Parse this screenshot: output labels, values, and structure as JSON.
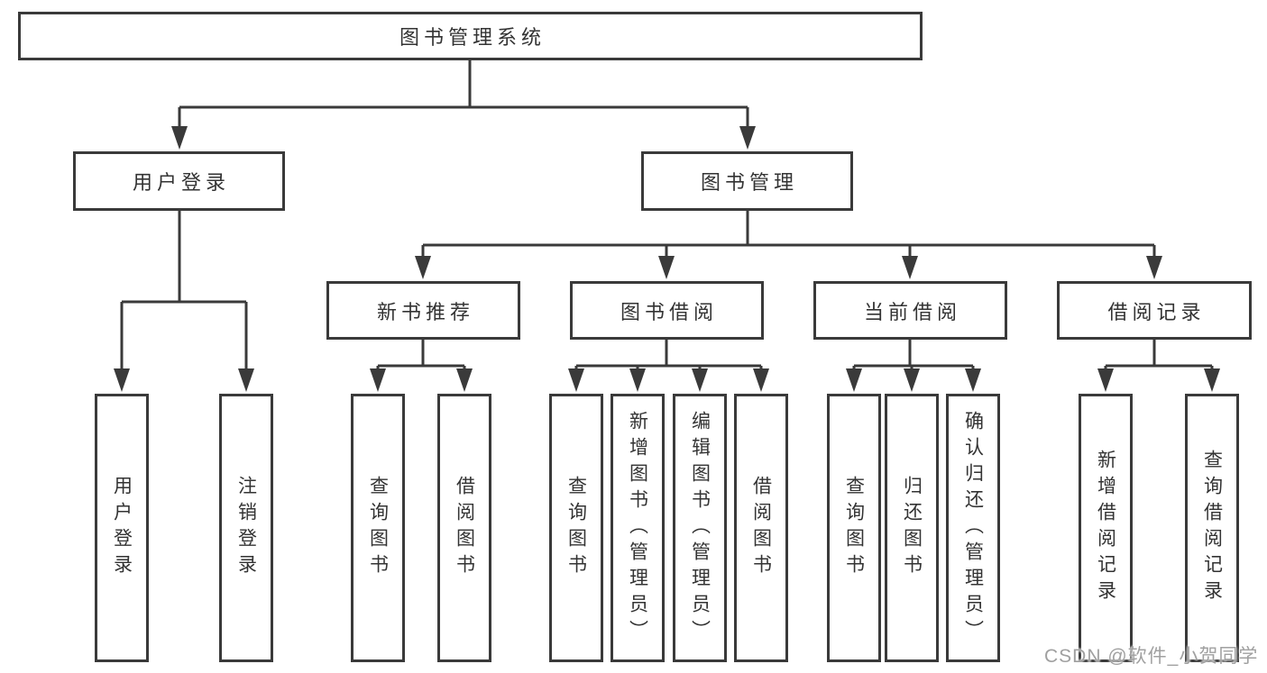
{
  "diagram": {
    "root": {
      "label": "图书管理系统",
      "children": [
        {
          "label": "用户登录",
          "children": [
            {
              "label": "用户登录"
            },
            {
              "label": "注销登录"
            }
          ]
        },
        {
          "label": "图书管理",
          "children": [
            {
              "label": "新书推荐",
              "children": [
                {
                  "label": "查询图书"
                },
                {
                  "label": "借阅图书"
                }
              ]
            },
            {
              "label": "图书借阅",
              "children": [
                {
                  "label": "查询图书"
                },
                {
                  "label": "新增图书（管理员）"
                },
                {
                  "label": "编辑图书（管理员）"
                },
                {
                  "label": "借阅图书"
                }
              ]
            },
            {
              "label": "当前借阅",
              "children": [
                {
                  "label": "查询图书"
                },
                {
                  "label": "归还图书"
                },
                {
                  "label": "确认归还（管理员）"
                }
              ]
            },
            {
              "label": "借阅记录",
              "children": [
                {
                  "label": "新增借阅记录"
                },
                {
                  "label": "查询借阅记录"
                }
              ]
            }
          ]
        }
      ]
    }
  },
  "watermark": {
    "text": "CSDN @软件_小贺同学"
  },
  "colors": {
    "line": "#3a3a3a",
    "text": "#333333",
    "box_fill": "#ffffff",
    "watermark": "#a0a0a0"
  }
}
